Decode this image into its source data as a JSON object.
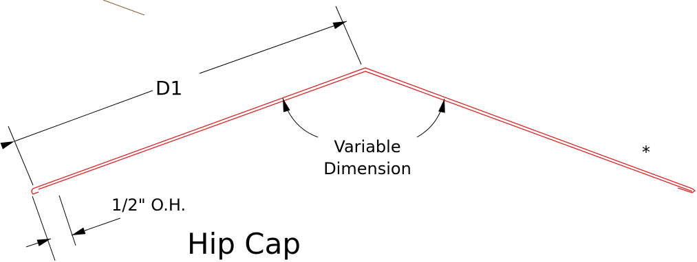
{
  "drawing": {
    "title": "Hip Cap",
    "dimension_label": "D1",
    "overhang_label": "1/2\" O.H.",
    "angle_label_line1": "Variable",
    "angle_label_line2": "Dimension",
    "note_marker": "*"
  },
  "colors": {
    "profile": "#e02020",
    "dimension": "#000000",
    "background": "#ffffff",
    "leader": "#8a5a2b"
  }
}
